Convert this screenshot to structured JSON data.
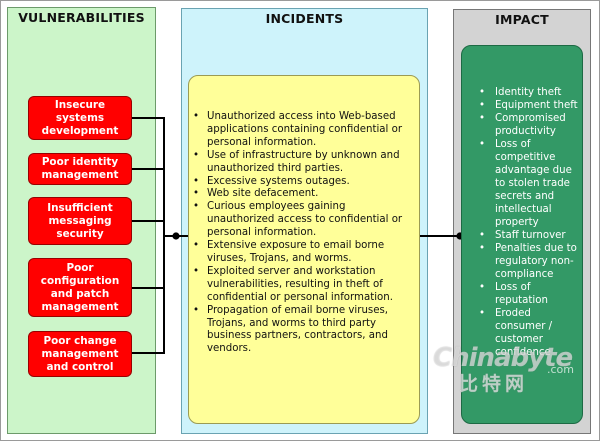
{
  "columns": {
    "vulnerabilities": "VULNERABILITIES",
    "incidents": "INCIDENTS",
    "impact": "IMPACT"
  },
  "vulnerabilities": [
    "Insecure systems development",
    "Poor identity management",
    "Insufficient messaging security",
    "Poor configuration and patch management",
    "Poor change management and control"
  ],
  "incidents": [
    "Unauthorized access into Web-based applications containing confidential or personal information.",
    "Use of infrastructure by unknown and unauthorized third parties.",
    "Excessive systems outages.",
    "Web site defacement.",
    "Curious employees gaining unauthorized access to confidential or personal information.",
    "Extensive exposure to email borne viruses, Trojans, and worms.",
    "Exploited server and workstation vulnerabilities, resulting in theft of confidential or personal information.",
    "Propagation of email borne viruses, Trojans, and worms to third party business partners, contractors, and vendors."
  ],
  "impact": [
    "Identity theft",
    "Equipment theft",
    "Compromised productivity",
    "Loss of competitive advantage due to stolen trade secrets and intellectual property",
    "Staff turnover",
    "Penalties due to regulatory non-compliance",
    "Loss of reputation",
    "Eroded consumer / customer confidence"
  ],
  "watermark": {
    "latin": "Chinabyte",
    "suffix": ".com",
    "cjk": "比特网"
  },
  "colors": {
    "vulnerabilities_bg": "#ccf5c9",
    "incidents_bg": "#cef3fb",
    "impact_bg": "#d3d3d3",
    "vulnerability_box": "#ff0000",
    "incidents_box": "#ffff99",
    "impact_box": "#339966"
  }
}
